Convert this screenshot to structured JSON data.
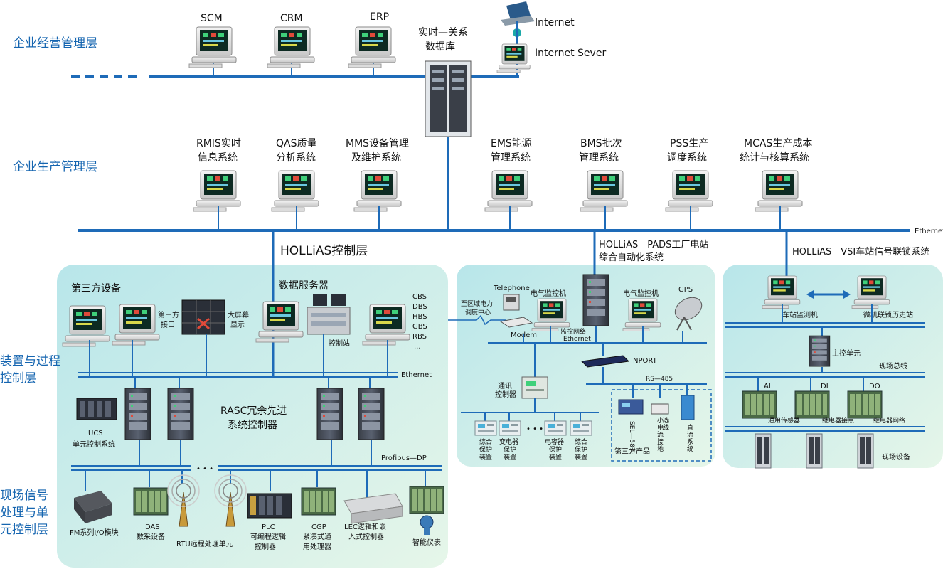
{
  "layers": {
    "enterprise_mgmt": "企业经营管理层",
    "production_mgmt": "企业生产管理层",
    "device_process": [
      "装置与过程",
      "控制层"
    ],
    "field_signal": [
      "现场信号",
      "处理与单",
      "元控制层"
    ]
  },
  "top_systems": {
    "scm": "SCM",
    "crm": "CRM",
    "erp": "ERP",
    "rtdb": [
      "实时—关系",
      "数据库"
    ],
    "internet": "Internet",
    "internet_server": "Internet  Sever"
  },
  "production_systems": [
    [
      "RMIS实时",
      "信息系统"
    ],
    [
      "QAS质量",
      "分析系统"
    ],
    [
      "MMS设备管理",
      "及维护系统"
    ],
    [
      "EMS能源",
      "管理系统"
    ],
    [
      "BMS批次",
      "管理系统"
    ],
    [
      "PSS生产",
      "调度系统"
    ],
    [
      "MCAS生产成本",
      "统计与核算系统"
    ]
  ],
  "ethernet_main": "Ethernet",
  "hollias_control": "HOLLiAS控制层",
  "pads": [
    "HOLLiAS—PADS工厂电站",
    "综合自动化系统"
  ],
  "vsi": "HOLLiAS—VSI车站信号联锁系统",
  "left_panel": {
    "third_party": "第三方设备",
    "third_iface": [
      "第三方",
      "接口"
    ],
    "bigscreen": [
      "大屏幕",
      "显示"
    ],
    "data_server": "数据服务器",
    "control_station": "控制站",
    "servers": [
      "CBS",
      "DBS",
      "HBS",
      "GBS",
      "RBS",
      "..."
    ],
    "ethernet": "Ethernet",
    "ucs": [
      "UCS",
      "单元控制系统"
    ],
    "rasc": [
      "RASC冗余先进",
      "系统控制器"
    ],
    "profibus": "Profibus—DP",
    "dots": "• • •",
    "devices": {
      "fm": "FM系列I/O模块",
      "das": [
        "DAS",
        "数采设备"
      ],
      "rtu": "RTU远程处理单元",
      "plc": [
        "PLC",
        "可编程逻辑",
        "控制器"
      ],
      "cgp": [
        "CGP",
        "紧凑式通",
        "用处理器"
      ],
      "lec": [
        "LEC逻辑和嵌",
        "入式控制器"
      ],
      "smart": "智能仪表"
    }
  },
  "mid_panel": {
    "dispatch": [
      "至区域电力",
      "调度中心"
    ],
    "telephone": "Telephone",
    "modem": "Modem",
    "elec_monitor": "电气监控机",
    "elec_monitor2": "电气监控机",
    "monitor_net": [
      "监控网络",
      "Ethernet"
    ],
    "gps": "GPS",
    "nport": "NPORT",
    "rs485": "RS—485",
    "comm_ctrl": [
      "通讯",
      "控制器"
    ],
    "dots": "• • •",
    "protections": [
      [
        "综合",
        "保护",
        "装置"
      ],
      [
        "变电器",
        "保护",
        "装置"
      ],
      [
        "电容器",
        "保护",
        "装置"
      ],
      [
        "综合",
        "保护",
        "装置"
      ]
    ],
    "third_products": "第三方产品",
    "sel": "SEL—587",
    "small_current": [
      "小",
      "电",
      "流",
      "接",
      "地",
      "选",
      "线"
    ],
    "dc_system": [
      "直",
      "流",
      "系",
      "统"
    ]
  },
  "right_panel": {
    "station_monitor": "车站监测机",
    "history": "微机联锁历史站",
    "main_unit": "主控单元",
    "field_bus": "现场总线",
    "ai": "AI",
    "di": "DI",
    "do": "DO",
    "sensor": "通用传感器",
    "relay_contact": "继电器接点",
    "relay_net": "继电器网络",
    "field_device": "现场设备"
  },
  "colors": {
    "bus": "#1e6bb8",
    "layer_text": "#1565b0",
    "panel_fill": "#c9ecee"
  }
}
